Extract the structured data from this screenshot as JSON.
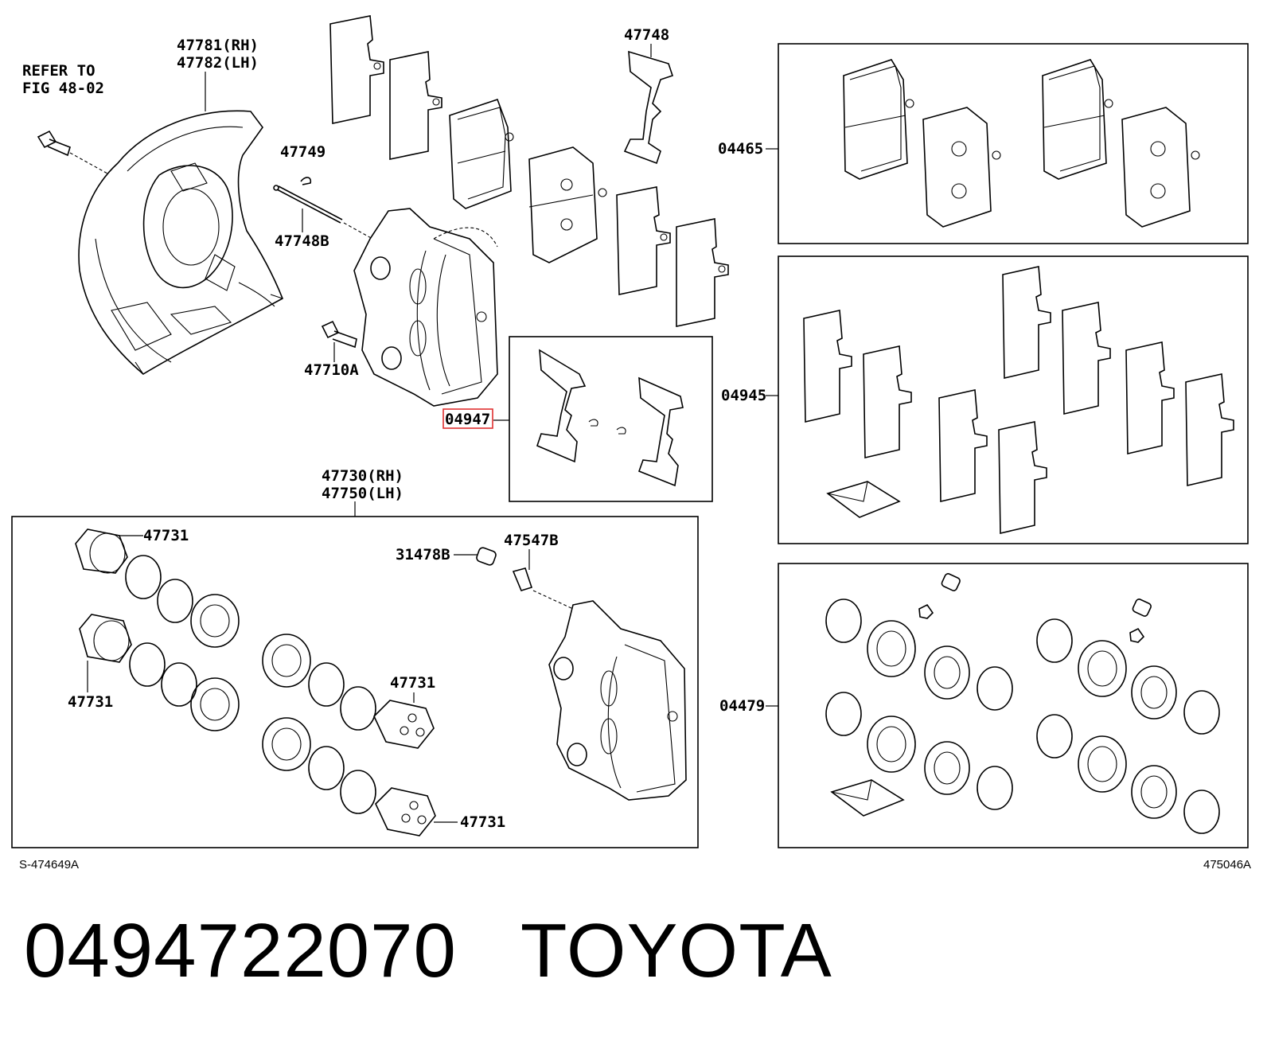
{
  "labels": {
    "refer_line1": "REFER TO",
    "refer_line2": "FIG 48-02",
    "shield_rh": "47781(RH)",
    "shield_lh": "47782(LH)",
    "p47748": "47748",
    "p47749": "47749",
    "p47748b": "47748B",
    "p47710a": "47710A",
    "p04947": "04947",
    "p04465": "04465",
    "p04945": "04945",
    "p04479": "04479",
    "caliper_rh": "47730(RH)",
    "caliper_lh": "47750(LH)",
    "p47731_a": "47731",
    "p47731_b": "47731",
    "p47731_c": "47731",
    "p47731_d": "47731",
    "p31478b": "31478B",
    "p47547b": "47547B"
  },
  "codes": {
    "left": "S-474649A",
    "right": "475046A"
  },
  "footer": {
    "part_number": "0494722070",
    "brand": "TOYOTA"
  },
  "colors": {
    "highlight": "#e03030"
  }
}
